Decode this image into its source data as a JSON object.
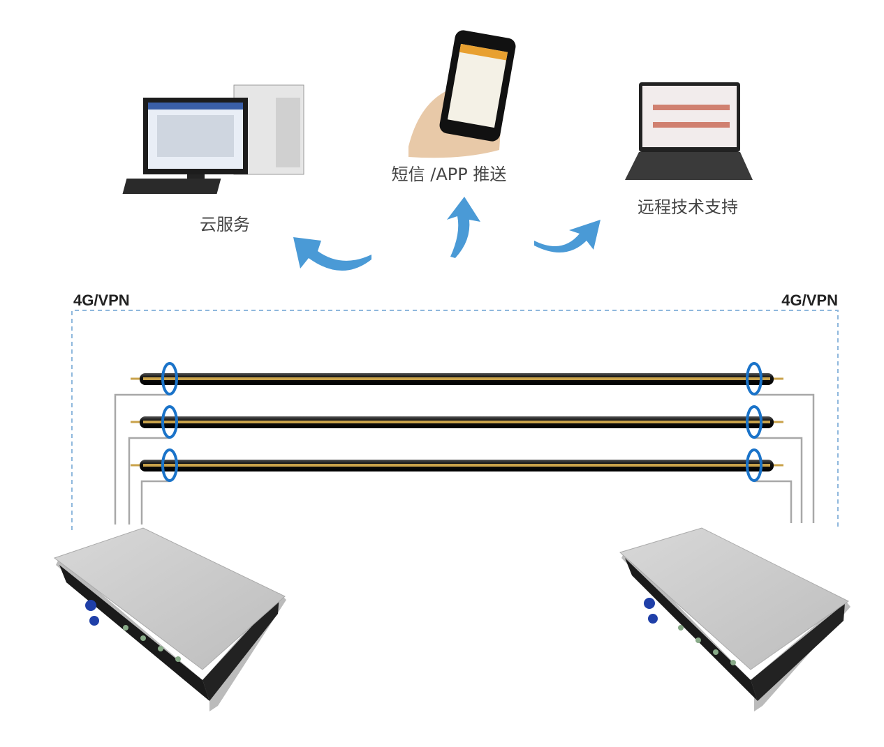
{
  "nodes": {
    "cloud": {
      "label": "云服务"
    },
    "push": {
      "label": "短信 /APP 推送"
    },
    "remote": {
      "label": "远程技术支持"
    }
  },
  "network": {
    "left_label": "4G/VPN",
    "right_label": "4G/VPN"
  },
  "colors": {
    "arrow": "#4a9ad6",
    "dashed": "#8fb8dd",
    "ring": "#1a73c9",
    "cable": "#1a1a1a",
    "stripe": "#c9a24a",
    "wire": "#a8a8a8"
  }
}
